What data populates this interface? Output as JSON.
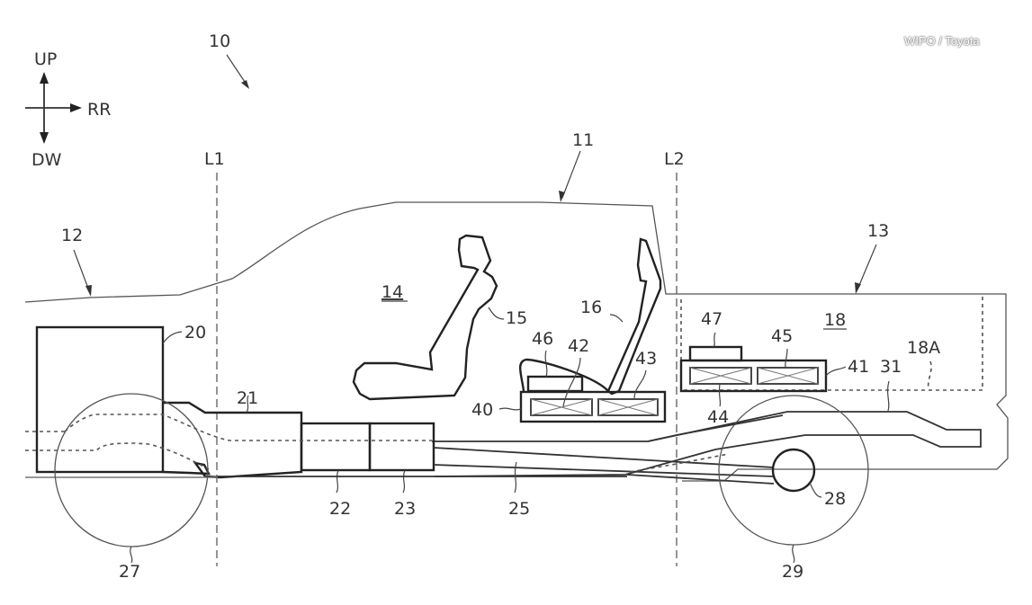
{
  "watermark": "WIPO / Toyota",
  "figure": {
    "vehicle_ref": "10",
    "orientation": {
      "up": "UP",
      "down": "DW",
      "rear": "RR"
    },
    "reference_lines": [
      "L1",
      "L2"
    ],
    "labels": {
      "cabin": "11",
      "front_section": "12",
      "rear_section": "13",
      "interior": "14",
      "front_seat": "15",
      "rear_seat": "16",
      "cargo_bed": "18",
      "cargo_floor": "18A",
      "front_unit": "20",
      "unit_21": "21",
      "unit_22": "22",
      "unit_23": "23",
      "shaft_25": "25",
      "front_wheel": "27",
      "rear_axle": "28",
      "rear_wheel": "29",
      "frame_31": "31",
      "battery_pack_40": "40",
      "battery_pack_41": "41",
      "cell_42": "42",
      "cell_43": "43",
      "cell_44": "44",
      "cell_45": "45",
      "module_46": "46",
      "module_47": "47"
    }
  }
}
